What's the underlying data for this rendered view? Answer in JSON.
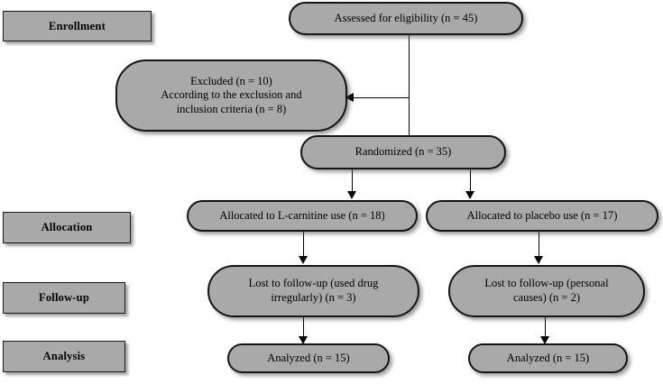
{
  "diagram": {
    "title": "CONSORT participant flow diagram",
    "type": "flowchart",
    "colors": {
      "node_fill": "#a9a9a9",
      "node_border": "#141414",
      "background": "#ffffff",
      "text": "#000000"
    }
  },
  "stage_labels": [
    {
      "id": "enrollment",
      "label": "Enrollment"
    },
    {
      "id": "allocation",
      "label": "Allocation"
    },
    {
      "id": "follow-up",
      "label": "Follow-up"
    },
    {
      "id": "analysis",
      "label": "Analysis"
    }
  ],
  "nodes": {
    "assessed": {
      "line1": "Assessed for eligibility (n = 45)"
    },
    "excluded": {
      "line1": "Excluded (n = 10)",
      "line2": "According to the exclusion and",
      "line3": "inclusion criteria (n = 8)"
    },
    "randomized": {
      "line1": "Randomized (n = 35)"
    },
    "allocated_left": {
      "line1": "Allocated to L-carnitine use (n = 18)"
    },
    "allocated_right": {
      "line1": "Allocated to placebo use (n = 17)"
    },
    "lost_left": {
      "line1": "Lost to follow-up (used drug",
      "line2": "irregularly) (n = 3)"
    },
    "lost_right": {
      "line1": "Lost to follow-up (personal",
      "line2": "causes) (n = 2)"
    },
    "analyzed_left": {
      "line1": "Analyzed (n = 15)"
    },
    "analyzed_right": {
      "line1": "Analyzed (n = 15)"
    }
  },
  "chart_data": {
    "type": "flowchart",
    "title": "CONSORT participant flow diagram",
    "stages": [
      "Enrollment",
      "Allocation",
      "Follow-up",
      "Analysis"
    ],
    "nodes": [
      {
        "id": "assessed",
        "stage": "Enrollment",
        "label": "Assessed for eligibility (n = 45)",
        "n": 45
      },
      {
        "id": "excluded",
        "stage": "Enrollment",
        "label": "Excluded (n = 10) According to the exclusion and inclusion criteria (n = 8)",
        "n": 10,
        "n_criteria": 8
      },
      {
        "id": "randomized",
        "stage": "Enrollment",
        "label": "Randomized (n = 35)",
        "n": 35
      },
      {
        "id": "allocated_left",
        "stage": "Allocation",
        "label": "Allocated to L-carnitine use (n = 18)",
        "n": 18,
        "arm": "L-carnitine"
      },
      {
        "id": "allocated_right",
        "stage": "Allocation",
        "label": "Allocated to placebo use (n = 17)",
        "n": 17,
        "arm": "placebo"
      },
      {
        "id": "lost_left",
        "stage": "Follow-up",
        "label": "Lost to follow-up (used drug irregularly) (n = 3)",
        "n": 3,
        "arm": "L-carnitine"
      },
      {
        "id": "lost_right",
        "stage": "Follow-up",
        "label": "Lost to follow-up (personal causes) (n = 2)",
        "n": 2,
        "arm": "placebo"
      },
      {
        "id": "analyzed_left",
        "stage": "Analysis",
        "label": "Analyzed (n = 15)",
        "n": 15,
        "arm": "L-carnitine"
      },
      {
        "id": "analyzed_right",
        "stage": "Analysis",
        "label": "Analyzed (n = 15)",
        "n": 15,
        "arm": "placebo"
      }
    ],
    "edges": [
      {
        "from": "assessed",
        "to": "randomized"
      },
      {
        "from": "assessed",
        "to": "excluded"
      },
      {
        "from": "randomized",
        "to": "allocated_left"
      },
      {
        "from": "randomized",
        "to": "allocated_right"
      },
      {
        "from": "allocated_left",
        "to": "lost_left"
      },
      {
        "from": "allocated_right",
        "to": "lost_right"
      },
      {
        "from": "lost_left",
        "to": "analyzed_left"
      },
      {
        "from": "lost_right",
        "to": "analyzed_right"
      }
    ]
  }
}
